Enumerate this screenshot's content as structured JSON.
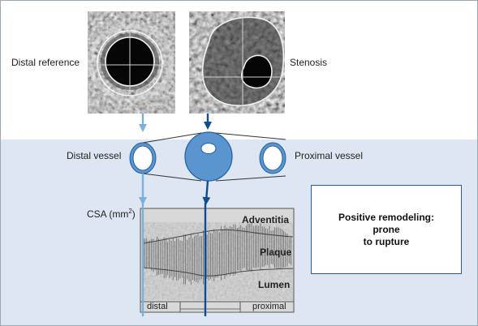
{
  "labels": {
    "distal_reference": "Distal reference",
    "stenosis": "Stenosis",
    "distal_vessel": "Distal vessel",
    "proximal_vessel": "Proximal vessel",
    "csa_prefix": "CSA (mm",
    "csa_sup": "2",
    "csa_suffix": ")",
    "adventitia": "Adventitia",
    "plaque": "Plaque",
    "lumen": "Lumen",
    "distal": "distal",
    "proximal": "proximal"
  },
  "note": {
    "line1": "Positive remodeling:",
    "line2": "prone",
    "line3": "to rupture"
  },
  "colors": {
    "panel_blue": "#dde6f2",
    "vessel_fill": "#5b95cf",
    "vessel_stroke": "#1f5fa3",
    "light_arrow": "#7ab0de",
    "dark_arrow": "#0f4d8f"
  }
}
